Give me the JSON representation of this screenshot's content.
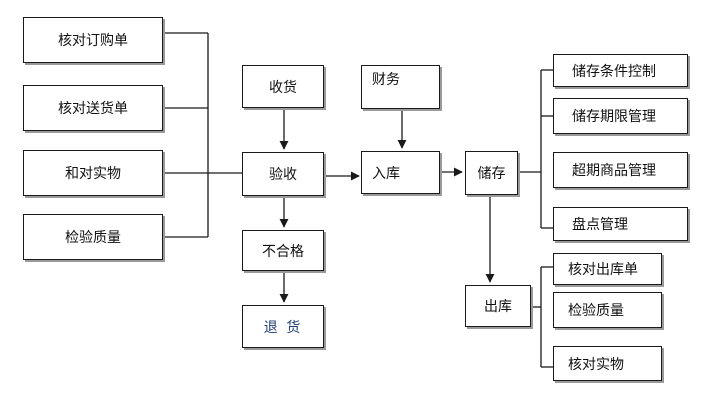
{
  "nodes": {
    "check_purchase_order": "核对订购单",
    "check_delivery_note": "核对送货单",
    "check_goods": "和对实物",
    "inspect_quality_in": "检验质量",
    "receive_goods": "收货",
    "finance": "财务",
    "acceptance": "验收",
    "inbound": "入库",
    "storage": "储存",
    "unqualified": "不合格",
    "return_goods": "退 货",
    "outbound": "出库",
    "storage_condition_control": "储存条件控制",
    "storage_period_management": "储存期限管理",
    "overdue_goods_management": "超期商品管理",
    "inventory_count_management": "盘点管理",
    "check_outbound_order": "核对出库单",
    "inspect_quality_out": "检验质量",
    "check_goods_out": "核对实物"
  },
  "colors": {
    "stroke": "#1a1a1a",
    "shadow": "#9a9a9a",
    "return_text": "#1f3f7a"
  }
}
